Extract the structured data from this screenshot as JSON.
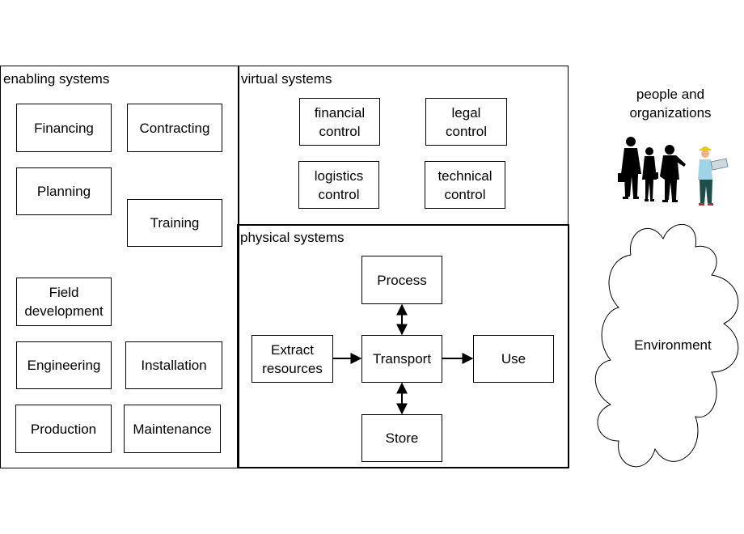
{
  "enabling": {
    "title": "enabling systems",
    "financing": "Financing",
    "contracting": "Contracting",
    "planning": "Planning",
    "training": "Training",
    "field_development": "Field\ndevelopment",
    "engineering": "Engineering",
    "installation": "Installation",
    "production": "Production",
    "maintenance": "Maintenance"
  },
  "virtual": {
    "title": "virtual systems",
    "financial_control": "financial\ncontrol",
    "legal_control": "legal\ncontrol",
    "logistics_control": "logistics\ncontrol",
    "technical_control": "technical\ncontrol"
  },
  "physical": {
    "title": "physical systems",
    "process": "Process",
    "extract_resources": "Extract\nresources",
    "transport": "Transport",
    "use": "Use",
    "store": "Store"
  },
  "people": {
    "label": "people and\norganizations",
    "icon": "people-group-icon"
  },
  "environment": {
    "label": "Environment",
    "icon": "cloud-shape"
  }
}
